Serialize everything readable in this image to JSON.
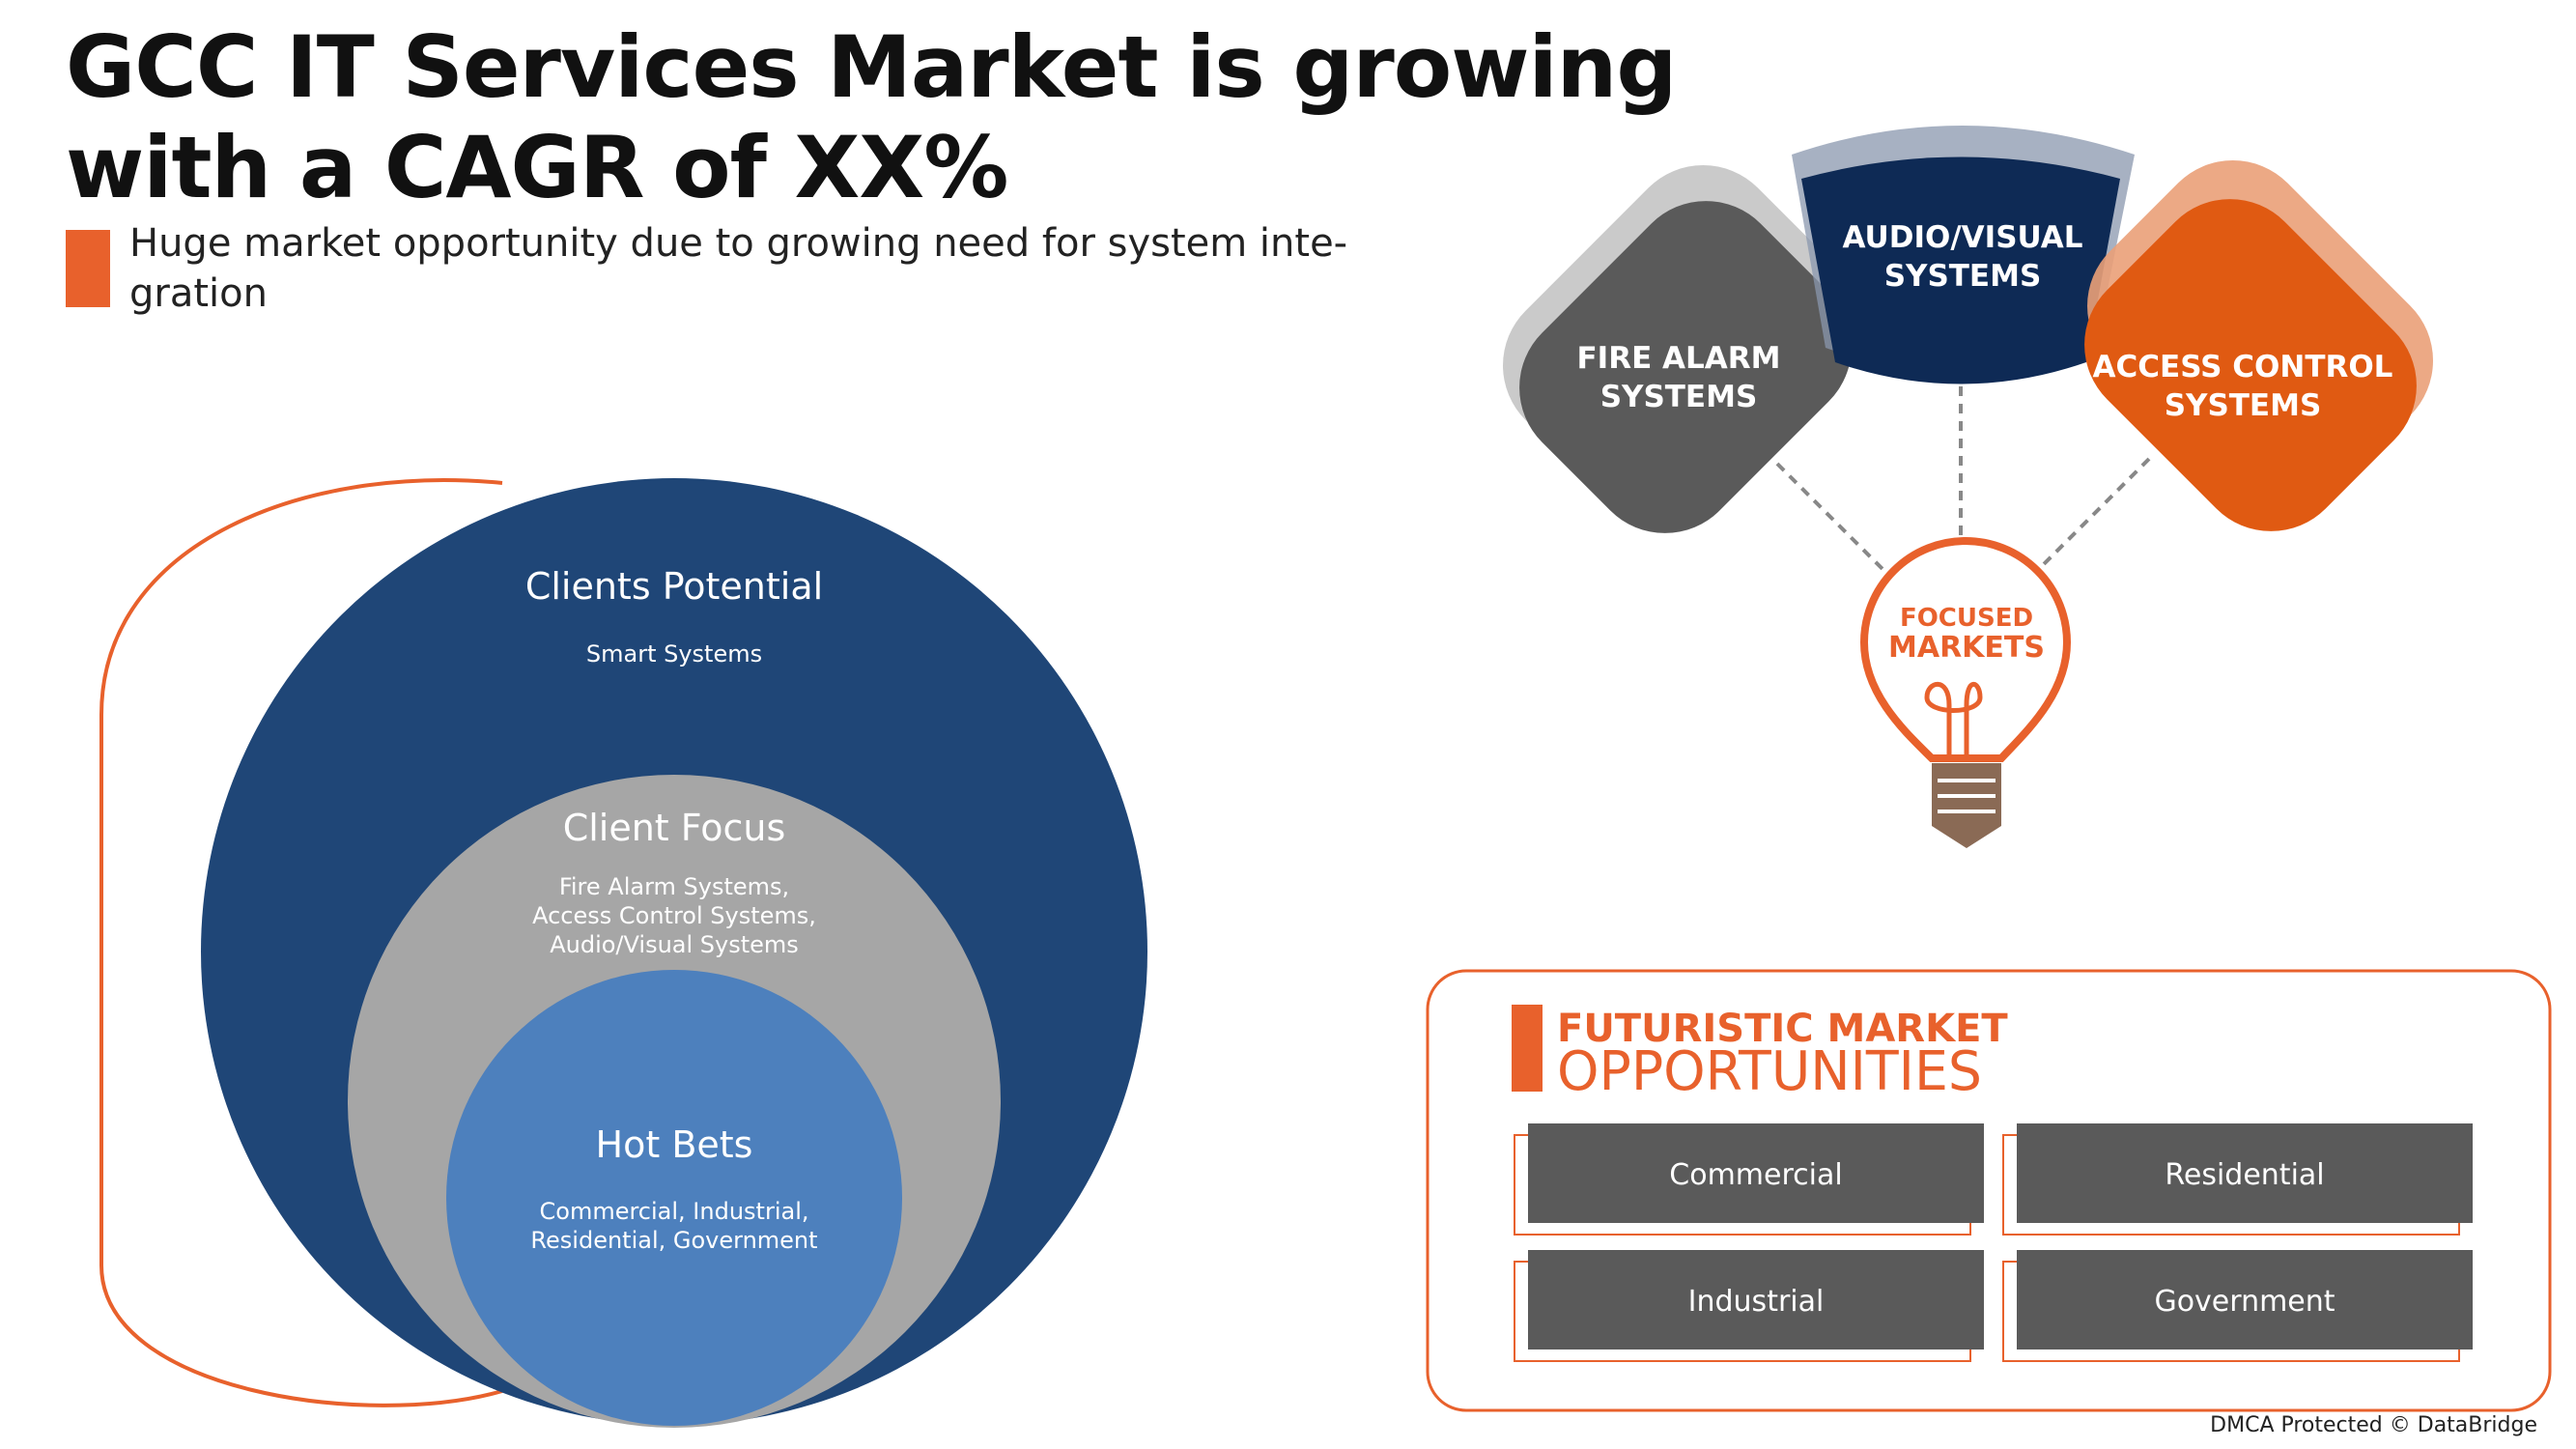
{
  "title": "GCC IT Services Market is growing with a CAGR of XX%",
  "subtitle": "Huge market opportunity due to growing need for system inte-gration",
  "circles": {
    "outer": {
      "heading": "Clients Potential",
      "body": [
        "Smart Systems"
      ]
    },
    "middle": {
      "heading": "Client Focus",
      "body": [
        "Fire Alarm Systems,",
        "Access Control Systems,",
        "Audio/Visual Systems"
      ]
    },
    "inner": {
      "heading": "Hot Bets",
      "body": [
        "Commercial, Industrial,",
        "Residential, Government"
      ]
    }
  },
  "focused": {
    "bulb_line1": "FOCUSED",
    "bulb_line2": "MARKETS",
    "petals": [
      {
        "line1": "FIRE ALARM",
        "line2": "SYSTEMS"
      },
      {
        "line1": "AUDIO/VISUAL",
        "line2": "SYSTEMS"
      },
      {
        "line1": "ACCESS CONTROL",
        "line2": "SYSTEMS"
      }
    ]
  },
  "opportunities": {
    "heading1": "FUTURISTIC MARKET",
    "heading2": "OPPORTUNITIES",
    "items": [
      "Commercial",
      "Residential",
      "Industrial",
      "Government"
    ]
  },
  "footer": "DMCA Protected © DataBridge",
  "colors": {
    "accent_orange": "#e8612c",
    "navy": "#1f4677",
    "gray": "#a6a6a6",
    "light_blue": "#4d80bd",
    "dark_gray": "#5a5a5a",
    "dark_navy": "#0e2a55"
  }
}
